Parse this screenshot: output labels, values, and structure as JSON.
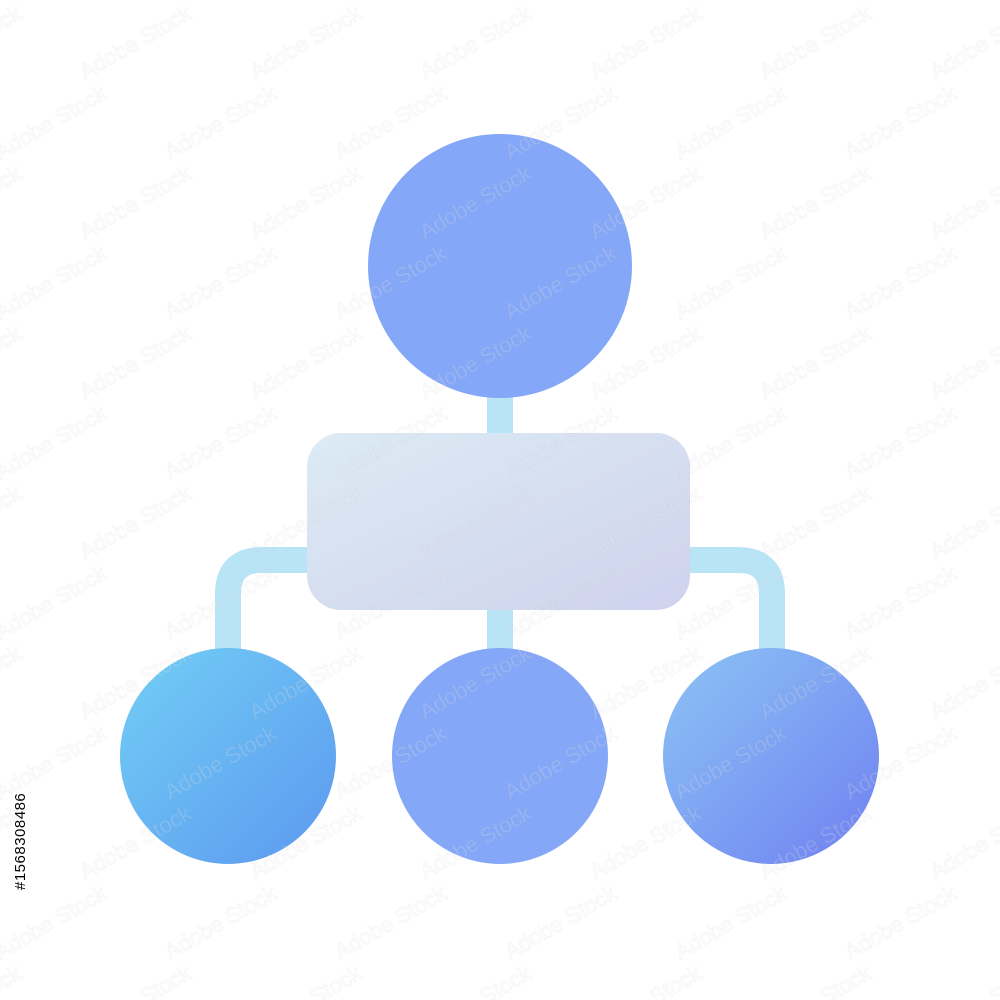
{
  "image": {
    "kind": "hierarchy-icon",
    "watermark": "Adobe Stock",
    "stock_id": "#1568308486"
  },
  "icon": {
    "name": "organization-chart-icon",
    "top_node": {
      "name": "top-node-circle",
      "color": "#84a7f7"
    },
    "hub_box": {
      "name": "hub-box",
      "color_start": "#dcebf4",
      "color_end": "#cfd2ed"
    },
    "connector_color": "#b8e4f6",
    "child_nodes": [
      {
        "name": "child-node-left",
        "color_start": "#72cff5",
        "color_end": "#5c98f0"
      },
      {
        "name": "child-node-center",
        "color_start": "#84a7f7",
        "color_end": "#84a7f7"
      },
      {
        "name": "child-node-right",
        "color_start": "#8cc4f4",
        "color_end": "#6f80f2"
      }
    ]
  }
}
